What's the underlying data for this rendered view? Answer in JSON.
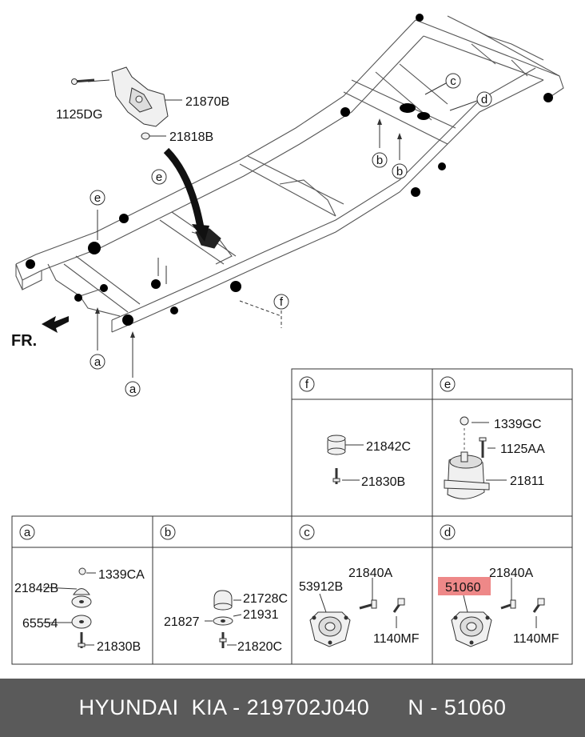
{
  "top_labels": {
    "bolt_top": "1125DG",
    "bracket_top": "21870B",
    "nut_top": "21818B",
    "fr": "FR."
  },
  "callouts": {
    "a1": "a",
    "a2": "a",
    "b1": "b",
    "b2": "b",
    "c": "c",
    "d": "d",
    "e1": "e",
    "e2": "e",
    "f": "f"
  },
  "table_headers": {
    "f": "f",
    "e": "e",
    "a": "a",
    "b": "b",
    "c": "c",
    "d": "d"
  },
  "cell_f": {
    "part1": "21842C",
    "part2": "21830B"
  },
  "cell_e": {
    "part1": "1339GC",
    "part2": "1125AA",
    "part3": "21811"
  },
  "cell_a": {
    "part1": "1339CA",
    "part2": "21842B",
    "part3": "65554",
    "part4": "21830B"
  },
  "cell_b": {
    "part1": "21728C",
    "part2": "21931",
    "part3": "21827",
    "part4": "21820C"
  },
  "cell_c": {
    "part1": "21840A",
    "part2": "53912B",
    "part3": "1140MF"
  },
  "cell_d": {
    "part1": "21840A",
    "part2": "51060",
    "part3": "1140MF",
    "highlight_color": "#ee8888"
  },
  "footer": {
    "left": "HYUNDAI  KIA - 219702J040",
    "right": "N - 51060"
  },
  "colors": {
    "footer_bg": "#5a5a5a",
    "highlight": "#ee8888"
  }
}
